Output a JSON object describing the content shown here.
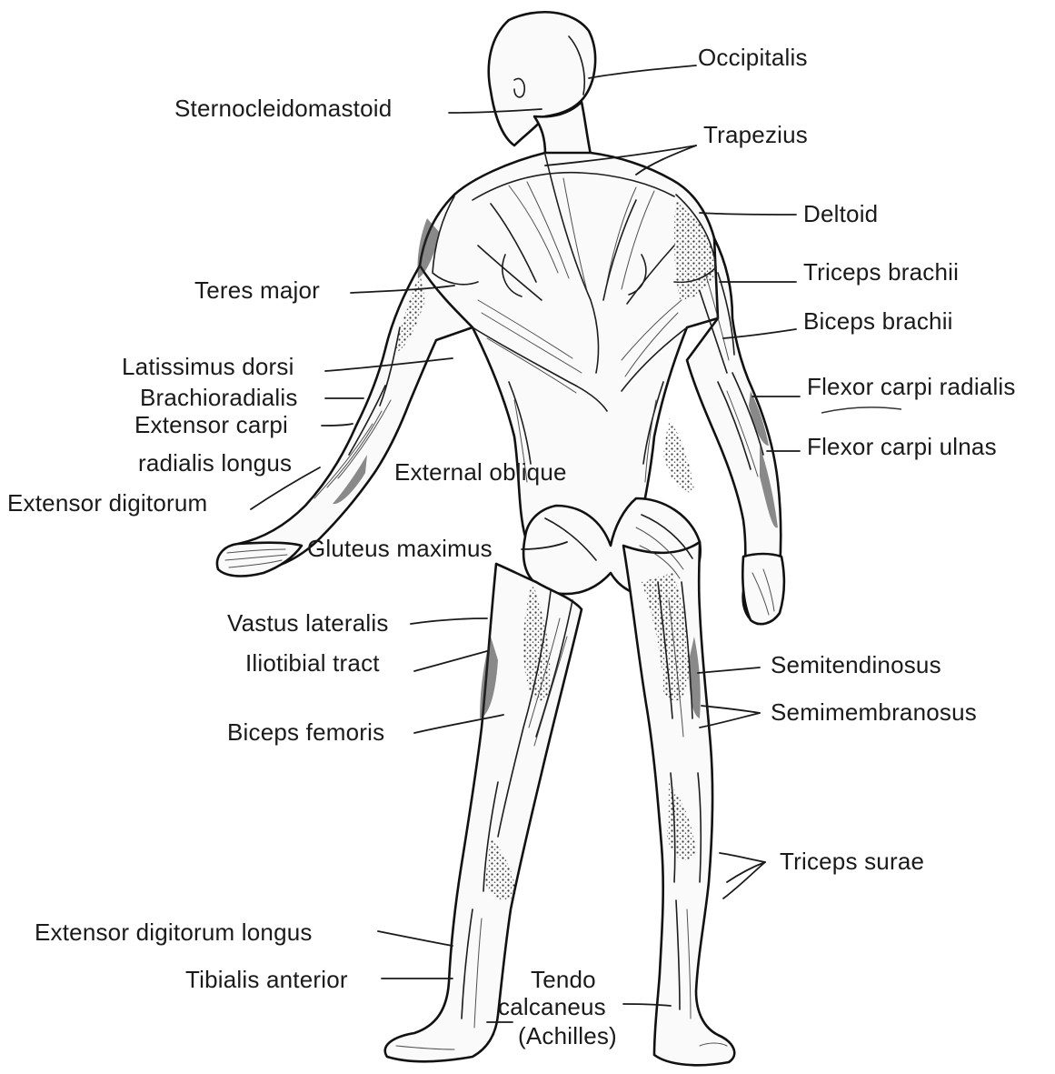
{
  "labels": {
    "occipitalis": "Occipitalis",
    "sternocleidomastoid": "Sternocleidomastoid",
    "trapezius": "Trapezius",
    "deltoid": "Deltoid",
    "teres_major": "Teres major",
    "triceps_brachii": "Triceps brachii",
    "biceps_brachii": "Biceps brachii",
    "latissimus_dorsi": "Latissimus dorsi",
    "brachioradialis": "Brachioradialis",
    "flexor_carpi_radialis": "Flexor carpi radialis",
    "extensor_carpi_1": "Extensor carpi",
    "extensor_carpi_2": "radialis longus",
    "flexor_carpi_ulnas": "Flexor carpi ulnas",
    "external_oblique": "External oblique",
    "extensor_digitorum": "Extensor digitorum",
    "gluteus_maximus": "Gluteus maximus",
    "vastus_lateralis": "Vastus lateralis",
    "iliotibial_tract": "Iliotibial tract",
    "semitendinosus": "Semitendinosus",
    "semimembranosus": "Semimembranosus",
    "biceps_femoris": "Biceps femoris",
    "triceps_surae": "Triceps surae",
    "extensor_digitorum_longus": "Extensor digitorum longus",
    "tibialis_anterior": "Tibialis anterior",
    "tendo_1": "Tendo",
    "tendo_2": "calcaneus",
    "tendo_3": "(Achilles)"
  }
}
